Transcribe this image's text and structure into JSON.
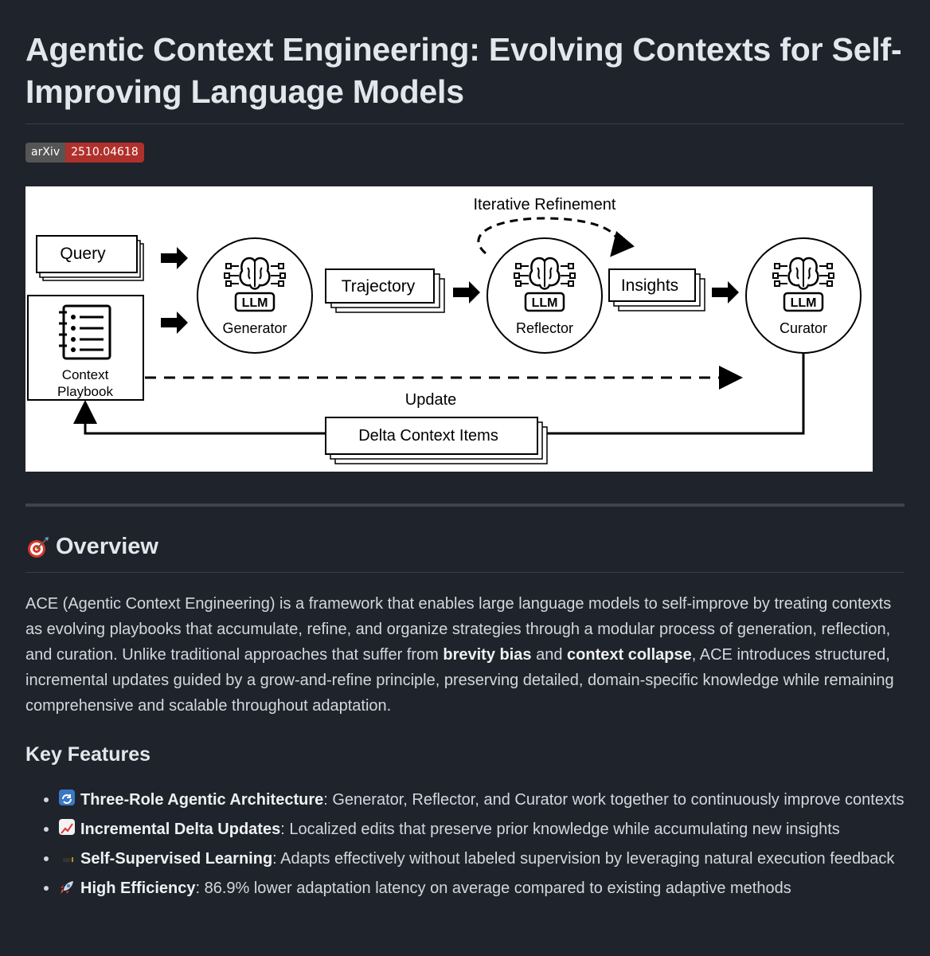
{
  "title": "Agentic Context Engineering: Evolving Contexts for Self-Improving Language Models",
  "badge": {
    "left": "arXiv",
    "right": "2510.04618"
  },
  "diagram": {
    "iterative_refinement": "Iterative Refinement",
    "query": "Query",
    "context_line1": "Context",
    "context_line2": "Playbook",
    "llm": "LLM",
    "generator": "Generator",
    "reflector": "Reflector",
    "curator": "Curator",
    "trajectory": "Trajectory",
    "insights": "Insights",
    "update": "Update",
    "delta": "Delta Context Items"
  },
  "overview": {
    "heading": "Overview",
    "p1": "ACE (Agentic Context Engineering) is a framework that enables large language models to self-improve by treating contexts as evolving playbooks that accumulate, refine, and organize strategies through a modular process of generation, reflection, and curation. Unlike traditional approaches that suffer from ",
    "b1": "brevity bias",
    "p2": " and ",
    "b2": "context collapse",
    "p3": ", ACE introduces structured, incremental updates guided by a grow-and-refine principle, preserving detailed, domain-specific knowledge while remaining comprehensive and scalable throughout adaptation."
  },
  "key_features": {
    "heading": "Key Features",
    "items": [
      {
        "icon": "cycle-icon",
        "title": "Three-Role Agentic Architecture",
        "text": ": Generator, Reflector, and Curator work together to continuously improve contexts"
      },
      {
        "icon": "chart-increasing-icon",
        "title": "Incremental Delta Updates",
        "text": ": Localized edits that preserve prior knowledge while accumulating new insights"
      },
      {
        "icon": "graduation-cap-icon",
        "title": "Self-Supervised Learning",
        "text": ": Adapts effectively without labeled supervision by leveraging natural execution feedback"
      },
      {
        "icon": "rocket-icon",
        "title": "High Efficiency",
        "text": ": 86.9% lower adaptation latency on average compared to existing adaptive methods"
      }
    ]
  },
  "colors": {
    "background": "#1f232b",
    "badge_left": "#555555",
    "badge_right": "#b0302b"
  }
}
